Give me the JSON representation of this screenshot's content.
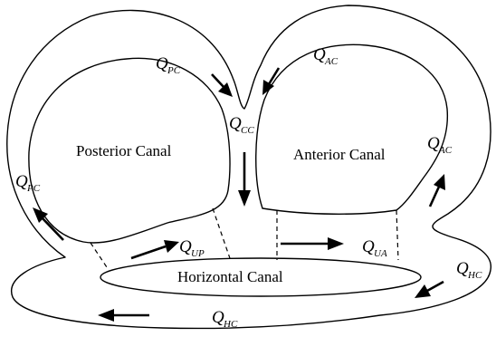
{
  "canals": {
    "posterior": "Posterior Canal",
    "anterior": "Anterior Canal",
    "horizontal": "Horizontal Canal"
  },
  "flows": [
    {
      "id": "q-pc-top",
      "main": "Q",
      "sub": "PC"
    },
    {
      "id": "q-ac-top",
      "main": "Q",
      "sub": "AC"
    },
    {
      "id": "q-cc",
      "main": "Q",
      "sub": "CC"
    },
    {
      "id": "q-pc-left",
      "main": "Q",
      "sub": "PC"
    },
    {
      "id": "q-ac-right",
      "main": "Q",
      "sub": "AC"
    },
    {
      "id": "q-up",
      "main": "Q",
      "sub": "UP"
    },
    {
      "id": "q-ua",
      "main": "Q",
      "sub": "UA"
    },
    {
      "id": "q-hc-right",
      "main": "Q",
      "sub": "HC"
    },
    {
      "id": "q-hc-bottom",
      "main": "Q",
      "sub": "HC"
    }
  ]
}
